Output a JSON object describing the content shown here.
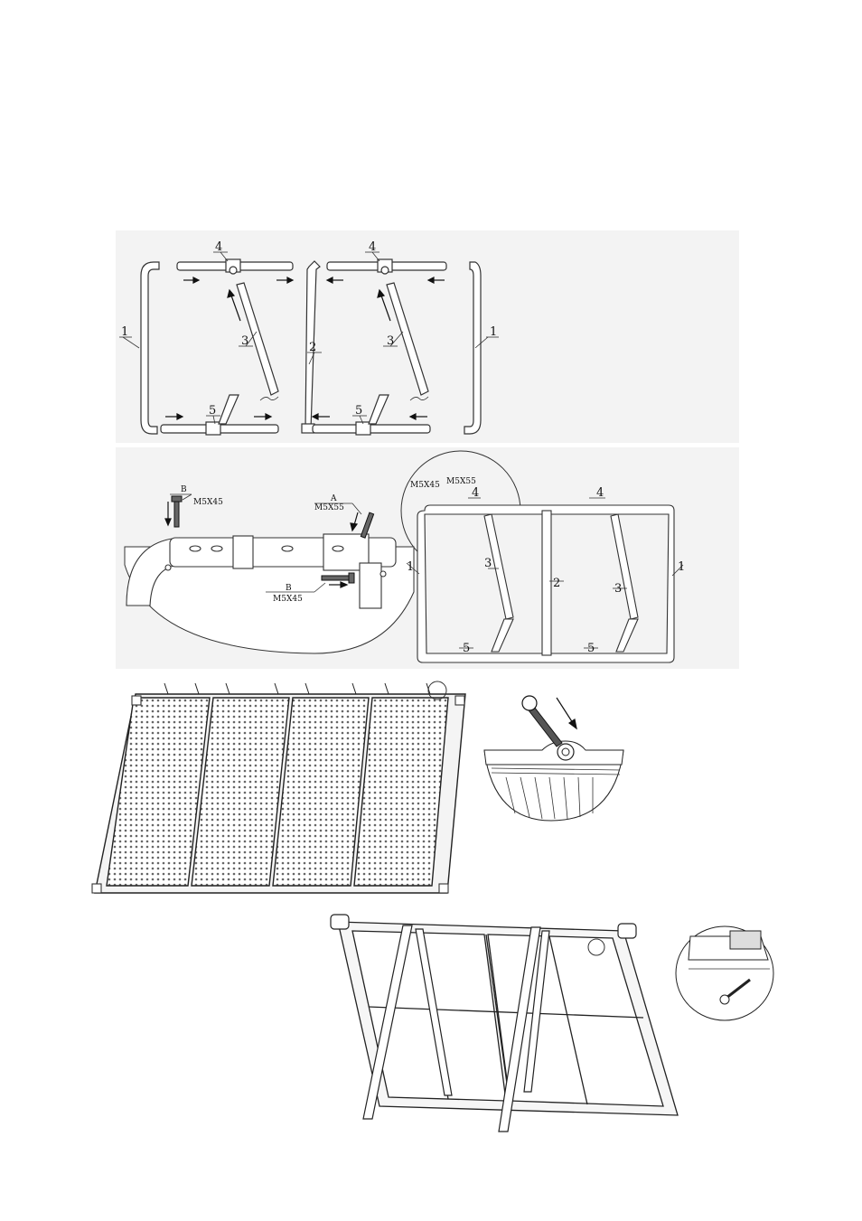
{
  "step1": {
    "labels": {
      "frame_left": "1",
      "frame_right": "1",
      "center_pole": "2",
      "brace_left": "3",
      "brace_right": "3",
      "top_left": "4",
      "top_right": "4",
      "bottom_left": "5",
      "bottom_right": "5"
    }
  },
  "step2": {
    "detail": {
      "screw_b_top_letter": "B",
      "screw_b_top_size": "M5X45",
      "screw_a_letter": "A",
      "screw_a_size": "M5X55",
      "screw_b_side_letter": "B",
      "screw_b_side_size": "M5X45"
    },
    "assembled": {
      "circle_m5x45": "M5X45",
      "circle_m5x55": "M5X55",
      "top": "4",
      "top_small": "4",
      "left": "1",
      "right": "1",
      "center": "2",
      "brace_left": "3",
      "brace_right": "3",
      "bottom_left": "5",
      "bottom_right": "5"
    }
  },
  "icons": [
    "solar-panel-icon",
    "screw-icon",
    "arrow-icon",
    "frame-tube-icon",
    "clip-icon"
  ]
}
